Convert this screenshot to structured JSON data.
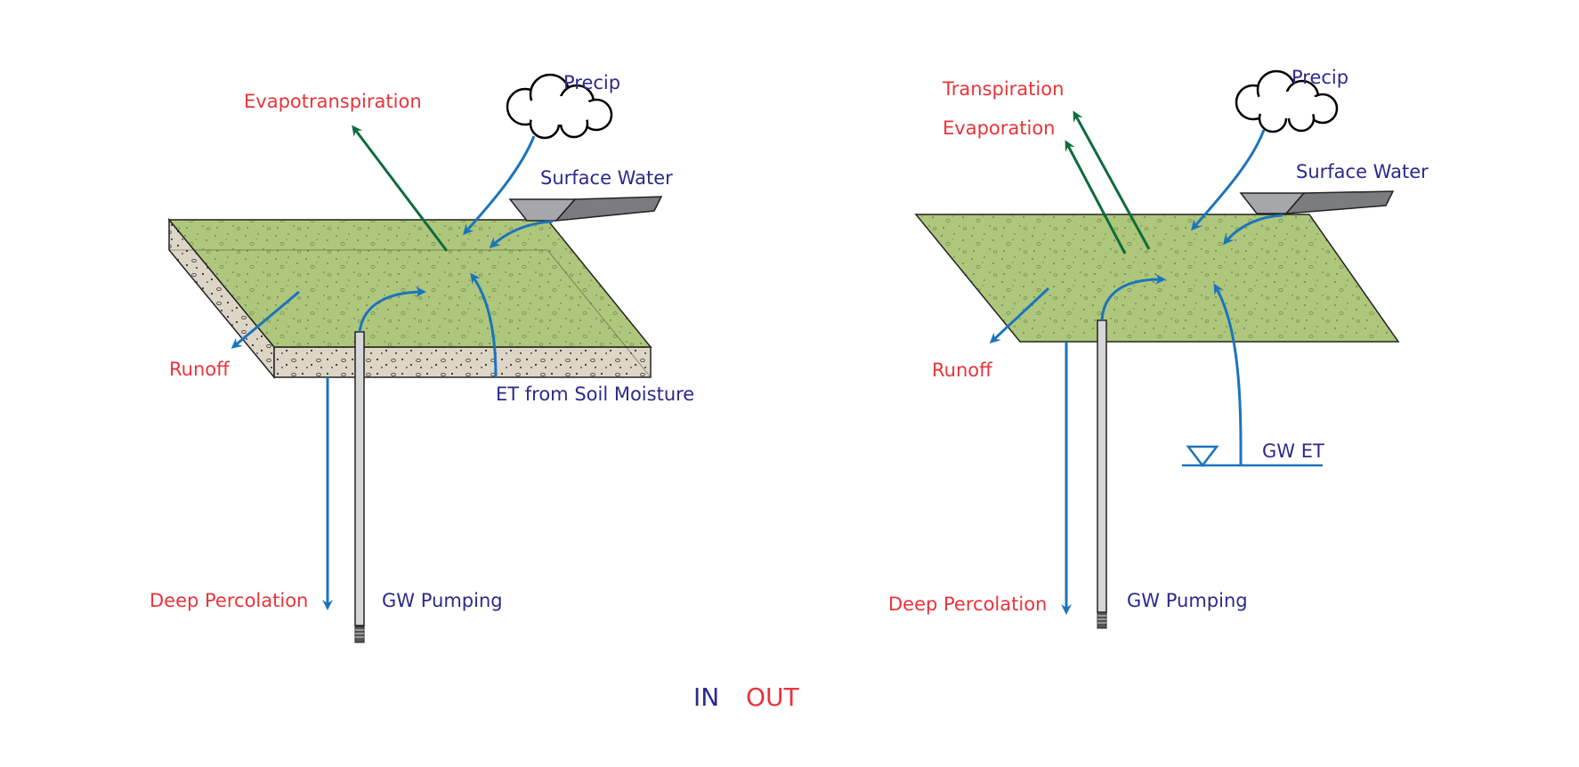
{
  "colors": {
    "in": "#2b2a8c",
    "out": "#e8343a",
    "flow_in": "#1c74bc",
    "flow_et": "#0f6b3c",
    "soil_surface": "#aec77c",
    "soil_side": "#ddd6c6"
  },
  "left_panel": {
    "precip": "Precip",
    "surface_water": "Surface Water",
    "evapotranspiration": "Evapotranspiration",
    "runoff": "Runoff",
    "et_soil_moisture": "ET from Soil Moisture",
    "deep_percolation": "Deep Percolation",
    "gw_pumping": "GW Pumping"
  },
  "right_panel": {
    "transpiration": "Transpiration",
    "evaporation": "Evaporation",
    "precip": "Precip",
    "surface_water": "Surface Water",
    "runoff": "Runoff",
    "gw_et": "GW ET",
    "deep_percolation": "Deep Percolation",
    "gw_pumping": "GW Pumping"
  },
  "legend": {
    "in": "IN",
    "out": "OUT"
  }
}
